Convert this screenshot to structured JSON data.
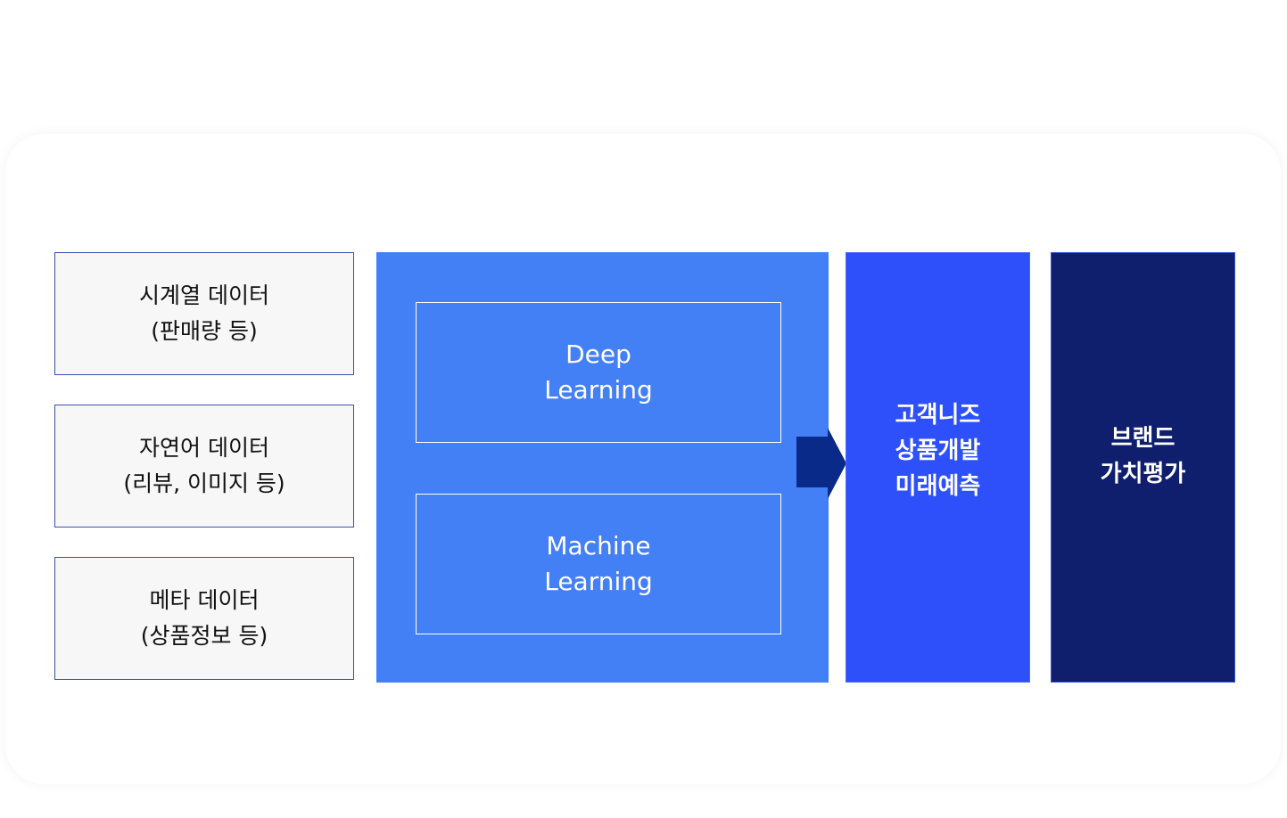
{
  "inputs": [
    {
      "line1": "시계열 데이터",
      "line2": "(판매량 등)"
    },
    {
      "line1": "자연어 데이터",
      "line2": "(리뷰, 이미지 등)"
    },
    {
      "line1": "메타 데이터",
      "line2": "(상품정보 등)"
    }
  ],
  "models": [
    {
      "line1": "Deep",
      "line2": "Learning"
    },
    {
      "line1": "Machine",
      "line2": "Learning"
    }
  ],
  "outputs": [
    {
      "lines": [
        "고객니즈",
        "상품개발",
        "미래예측"
      ]
    },
    {
      "lines": [
        "브랜드",
        "가치평가"
      ]
    }
  ],
  "colors": {
    "input_bg": "#f7f7f7",
    "input_border": "#3a4fb0",
    "model_panel": "#4380f5",
    "arrow": "#0a2a8a",
    "output_1": "#2d50fb",
    "output_2": "#0f1f6e"
  }
}
